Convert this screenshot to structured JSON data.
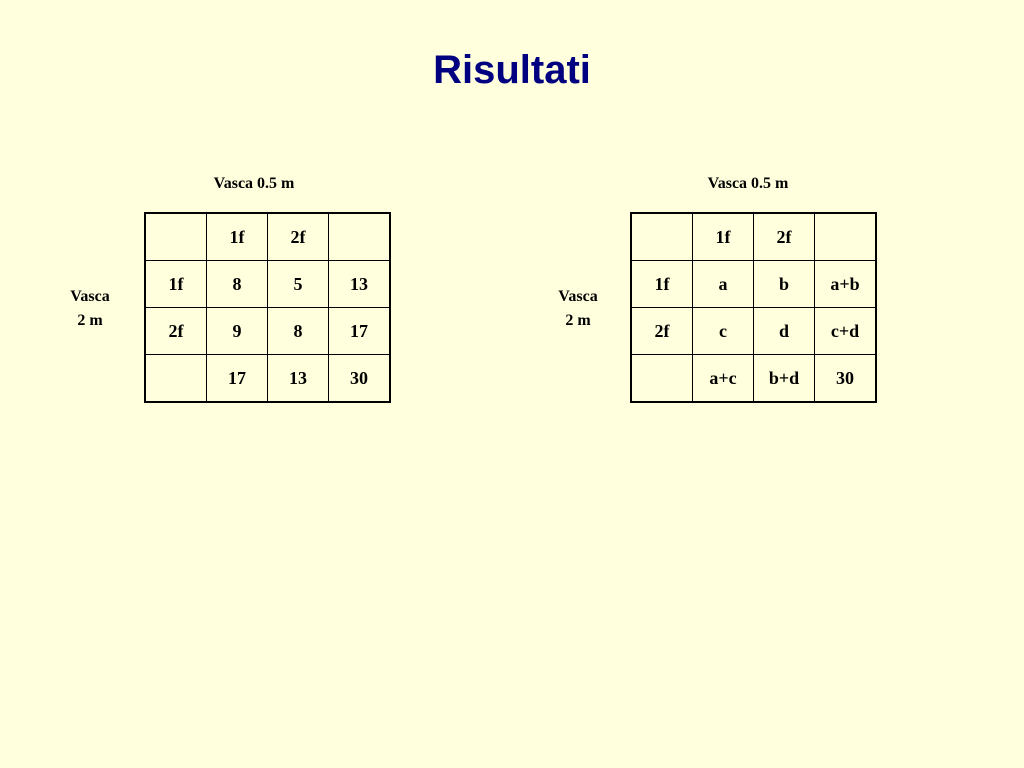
{
  "title": "Risultati",
  "left": {
    "col_label": "Vasca 0.5 m",
    "row_label": [
      "Vasca",
      "2 m"
    ],
    "rows": [
      [
        "",
        "1f",
        "2f",
        ""
      ],
      [
        "1f",
        "8",
        "5",
        "13"
      ],
      [
        "2f",
        "9",
        "8",
        "17"
      ],
      [
        "",
        "17",
        "13",
        "30"
      ]
    ]
  },
  "right": {
    "col_label": "Vasca 0.5 m",
    "row_label": [
      "Vasca",
      "2 m"
    ],
    "rows": [
      [
        "",
        "1f",
        "2f",
        ""
      ],
      [
        "1f",
        "a",
        "b",
        "a+b"
      ],
      [
        "2f",
        "c",
        "d",
        "c+d"
      ],
      [
        "",
        "a+c",
        "b+d",
        "30"
      ]
    ]
  }
}
